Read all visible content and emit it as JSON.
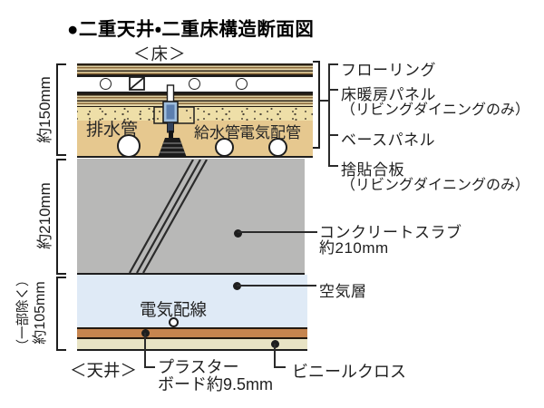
{
  "title": "●二重天井・二重床構造断面図",
  "captions": {
    "floor": "＜床＞",
    "ceiling": "＜天井＞"
  },
  "dimensions": {
    "floor": "約150mm",
    "slab": "約210mm",
    "ceiling": "約105mm",
    "ceiling_note": "（一部除く）"
  },
  "floor_assembly_labels": {
    "flooring": "フローリング",
    "heating_panel": "床暖房パネル",
    "heating_panel_note": "（リビングダイニングのみ）",
    "base_panel": "ベースパネル",
    "rough_board": "捨貼合板",
    "rough_board_note": "（リビングダイニングのみ）"
  },
  "labels": {
    "concrete_slab_line1": "コンクリートスラブ",
    "concrete_slab_line2": "約210mm",
    "air_layer": "空気層",
    "electric_wiring": "電気配線",
    "plasterboard_line1": "プラスター",
    "plasterboard_line2": "ボード約9.5mm",
    "vinyl_cloth": "ビニールクロス"
  },
  "pipes": {
    "drain": "排水管",
    "water_supply": "給水管",
    "electric_conduit": "電気配管"
  },
  "colors": {
    "wood_stripe_dark": "#2c2318",
    "wood_stripe_light": "#e4d5a8",
    "panel_tan": "#e6c88f",
    "dotted_panel": "#eedfa8",
    "concrete_gray": "#b8b8b7",
    "air_blue": "#dfeaf6",
    "plasterboard_brown": "#c6854f",
    "vinyl_beige": "#e8e3c4",
    "support_leg_blue": "#9fbedd"
  }
}
